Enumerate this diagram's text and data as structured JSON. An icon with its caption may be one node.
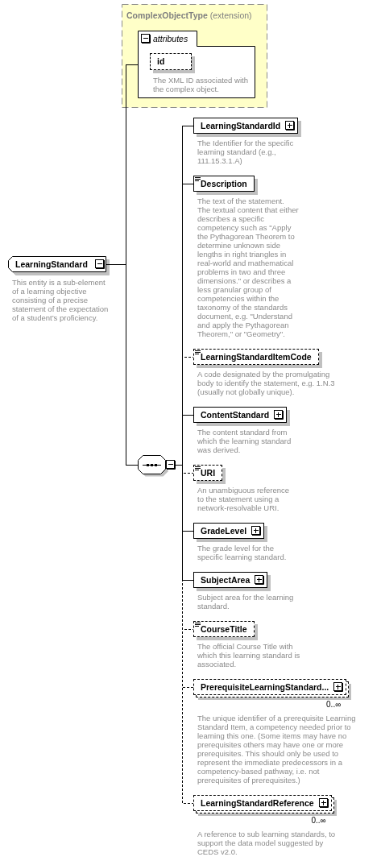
{
  "diagram": {
    "nodes": [
      {
        "text": [
          "LearningStandard"
        ],
        "beside": [
          "This entity is a sub-element of a learning objective consisting of a precise statement of the expectation of a student’s proficiency."
        ]
      },
      {
        "text": [
          "**ComplexObjectType** (extension)"
        ]
      },
      {
        "text": [
          "attributes"
        ],
        "in": 1
      },
      {
        "text": [
          "id"
        ],
        "beside": [
          "The XML ID associated with the complex object."
        ],
        "in": 2
      },
      {
        "text": [],
        "shape": "octagon"
      },
      {
        "text": [
          "LearningStandardId"
        ],
        "beside": [
          "The Identifier for the specific learning standard (e.g., 111.15.3.1.A)"
        ]
      },
      {
        "text": [
          "Description"
        ],
        "beside": [
          "The text of the statement. The textual content that either describes a specific competency such as \"Apply the Pythagorean Theorem to determine unknown side lengths in right triangles in real-world and mathematical problems in two and three dimensions.\" or describes a less granular group of competencies within the taxonomy of the standards document, e.g. \"Understand and apply the Pythagorean Theorem,\" or \"Geometry\"."
        ]
      },
      {
        "text": [
          "LearningStandardItemCode"
        ],
        "beside": [
          "A code designated by the promulgating body to identify the statement, e.g. 1.N.3 (usually not globally unique)."
        ]
      },
      {
        "text": [
          "ContentStandard"
        ],
        "beside": [
          "The content standard from which the learning standard was derived."
        ]
      },
      {
        "text": [
          "URI"
        ],
        "beside": [
          "An unambiguous reference to the statement using a network-resolvable URI."
        ]
      },
      {
        "text": [
          "GradeLevel"
        ],
        "beside": [
          "The grade level for the specific learning standard."
        ]
      },
      {
        "text": [
          "SubjectArea"
        ],
        "beside": [
          "Subject area for the learning standard."
        ]
      },
      {
        "text": [
          "CourseTitle"
        ],
        "beside": [
          "The official Course Title with which this learning standard is associated."
        ]
      },
      {
        "text": [
          "PrerequisiteLearningStandard..."
        ],
        "beside": [
          "0..∞",
          "The unique identifier of a prerequisite Learning Standard Item, a competency needed prior to learning this one. (Some items may have no prerequisites others may have one or more prerequisites. This should only be used to represent the immediate predecessors in a competency-based pathway, i.e. not prerequisites of prerequisites.)"
        ]
      },
      {
        "text": [
          "LearningStandardReference"
        ],
        "beside": [
          "0..∞",
          "A reference to sub learning standards, to support the data model suggested by CEDS v2.0."
        ]
      }
    ],
    "edges": [
      {
        "from": 0,
        "to": 2,
        "arrow": "none"
      },
      {
        "from": 0,
        "to": 4,
        "arrow": "none"
      },
      {
        "from": 4,
        "to": 5,
        "arrow": "none"
      },
      {
        "from": 4,
        "to": 6,
        "arrow": "none"
      },
      {
        "from": 4,
        "to": 7,
        "arrow": "none",
        "style": "dashed"
      },
      {
        "from": 4,
        "to": 8,
        "arrow": "none"
      },
      {
        "from": 4,
        "to": 9,
        "arrow": "none",
        "style": "dashed"
      },
      {
        "from": 4,
        "to": 10,
        "arrow": "none"
      },
      {
        "from": 4,
        "to": 11,
        "arrow": "none"
      },
      {
        "from": 4,
        "to": 12,
        "arrow": "none",
        "style": "dashed"
      },
      {
        "from": 4,
        "to": 13,
        "arrow": "none",
        "style": "dashed"
      },
      {
        "from": 4,
        "to": 14,
        "arrow": "none",
        "style": "dashed"
      }
    ]
  }
}
